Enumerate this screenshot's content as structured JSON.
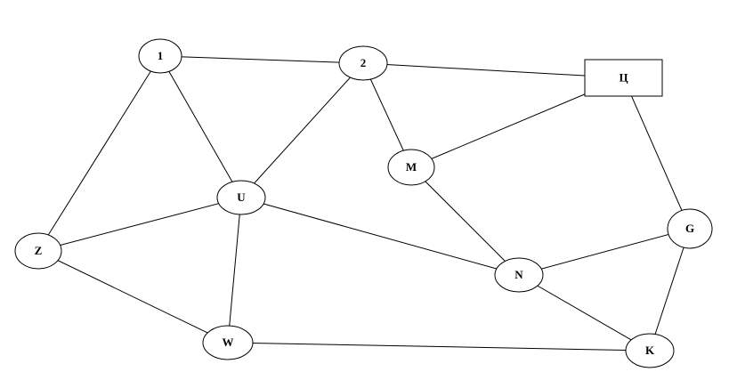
{
  "graph": {
    "nodes": [
      {
        "id": "n1",
        "label": "1",
        "shape": "ellipse"
      },
      {
        "id": "n2",
        "label": "2",
        "shape": "ellipse"
      },
      {
        "id": "hub",
        "label": "Ц",
        "shape": "rect"
      },
      {
        "id": "M",
        "label": "M",
        "shape": "ellipse"
      },
      {
        "id": "U",
        "label": "U",
        "shape": "ellipse"
      },
      {
        "id": "Z",
        "label": "Z",
        "shape": "ellipse"
      },
      {
        "id": "G",
        "label": "G",
        "shape": "ellipse"
      },
      {
        "id": "N",
        "label": "N",
        "shape": "ellipse"
      },
      {
        "id": "W",
        "label": "W",
        "shape": "ellipse"
      },
      {
        "id": "K",
        "label": "K",
        "shape": "ellipse"
      }
    ],
    "edges": [
      [
        "n1",
        "n2"
      ],
      [
        "n2",
        "hub"
      ],
      [
        "n1",
        "Z"
      ],
      [
        "n1",
        "U"
      ],
      [
        "n2",
        "U"
      ],
      [
        "n2",
        "M"
      ],
      [
        "hub",
        "M"
      ],
      [
        "hub",
        "G"
      ],
      [
        "U",
        "Z"
      ],
      [
        "U",
        "N"
      ],
      [
        "U",
        "W"
      ],
      [
        "Z",
        "W"
      ],
      [
        "M",
        "N"
      ],
      [
        "N",
        "G"
      ],
      [
        "N",
        "K"
      ],
      [
        "G",
        "K"
      ],
      [
        "W",
        "K"
      ]
    ]
  }
}
